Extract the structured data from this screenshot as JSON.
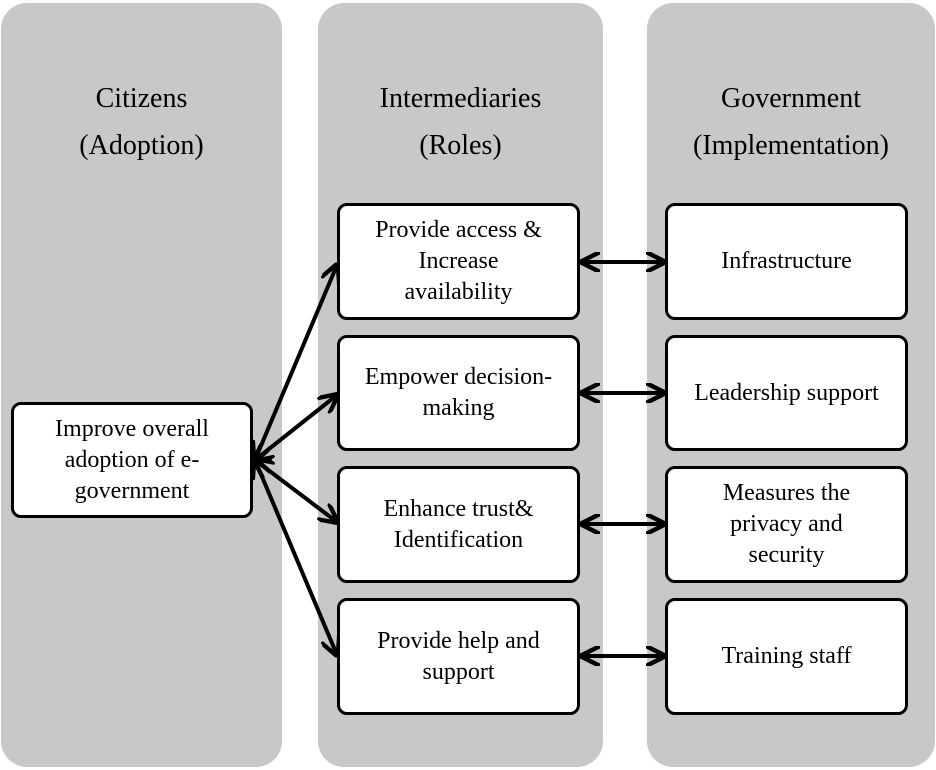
{
  "columns": [
    {
      "id": "citizens",
      "title": "Citizens",
      "subtitle": "(Adoption)"
    },
    {
      "id": "intermediaries",
      "title": "Intermediaries",
      "subtitle": "(Roles)"
    },
    {
      "id": "government",
      "title": "Government",
      "subtitle": "(Implementation)"
    }
  ],
  "citizen_box": {
    "lines": [
      "Improve overall",
      "adoption of  e-",
      "government"
    ]
  },
  "roles": [
    {
      "lines": [
        "Provide access &",
        "Increase",
        "availability"
      ]
    },
    {
      "lines": [
        "Empower decision-",
        "making"
      ]
    },
    {
      "lines": [
        "Enhance trust&",
        "Identification"
      ]
    },
    {
      "lines": [
        "Provide help and",
        "support"
      ]
    }
  ],
  "implementations": [
    {
      "lines": [
        "Infrastructure"
      ]
    },
    {
      "lines": [
        "Leadership support"
      ]
    },
    {
      "lines": [
        "Measures the",
        "privacy and",
        "security"
      ]
    },
    {
      "lines": [
        "Training staff"
      ]
    }
  ]
}
